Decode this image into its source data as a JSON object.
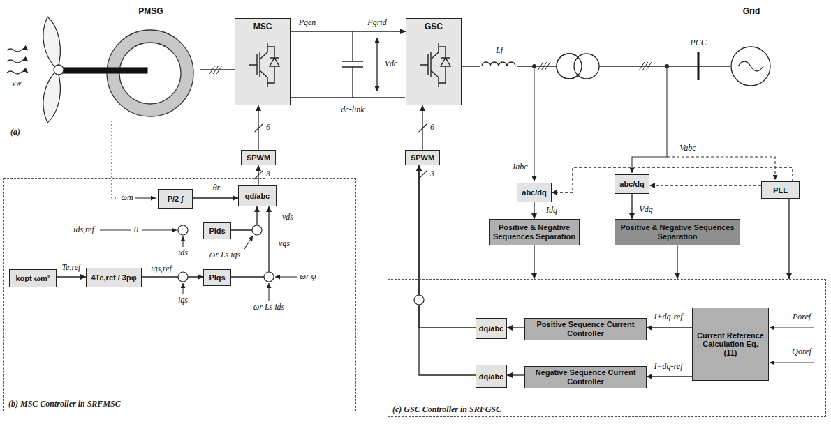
{
  "diagram": {
    "nodes": [
      {
        "text": [
          "(a)"
        ]
      },
      {
        "text": [
          "PMSG"
        ],
        "in": 0
      },
      {
        "text": [
          "MSC"
        ],
        "in": 0
      },
      {
        "text": [
          "GSC"
        ],
        "in": 0
      },
      {
        "text": [
          "Grid"
        ],
        "in": 0
      },
      {
        "text": [
          "SPWM"
        ]
      },
      {
        "text": [
          "SPWM"
        ]
      },
      {
        "text": [
          "abc/dq"
        ]
      },
      {
        "text": [
          "abc/dq"
        ]
      },
      {
        "text": [
          "PLL"
        ]
      },
      {
        "text": [
          "Positive & Negative Sequences Separation"
        ]
      },
      {
        "text": [
          "Positive & Negative Sequences Separation"
        ]
      },
      {
        "text": [
          "(b) MSC Controller in SRFMSC"
        ]
      },
      {
        "text": [
          "P/2 ∫"
        ],
        "in": 12
      },
      {
        "text": [
          "qd/abc"
        ],
        "in": 12
      },
      {
        "text": [
          "PIds"
        ],
        "in": 12
      },
      {
        "text": [
          "kopt ωm²"
        ],
        "in": 12
      },
      {
        "text": [
          "4Te,ref / 3pφ"
        ],
        "in": 12
      },
      {
        "text": [
          "PIqs"
        ],
        "in": 12
      },
      {
        "text": [
          "(c) GSC Controller in SRFGSC"
        ]
      },
      {
        "text": [
          "dq/abc"
        ],
        "in": 19
      },
      {
        "text": [
          "Positive Sequence Current Controller"
        ],
        "in": 19
      },
      {
        "text": [
          "dq/abc"
        ],
        "in": 19
      },
      {
        "text": [
          "Negative Sequence Current Controller"
        ],
        "in": 19
      },
      {
        "text": [
          "Current Reference Calculation Eq. (11)"
        ],
        "in": 19
      }
    ],
    "edges": [
      {
        "from": 1,
        "to": 2,
        "arrow": "none"
      },
      {
        "from": 2,
        "to": 3,
        "arrow": "to"
      },
      {
        "from": 3,
        "to": 4,
        "arrow": "none"
      },
      {
        "from": 5,
        "to": 2,
        "arrow": "to"
      },
      {
        "from": 14,
        "to": 5,
        "arrow": "to"
      },
      {
        "from": 6,
        "to": 3,
        "arrow": "to"
      },
      {
        "from": 20,
        "to": 6,
        "arrow": "to"
      },
      {
        "from": 22,
        "to": 6,
        "arrow": "to"
      },
      {
        "from": 7,
        "to": 10,
        "arrow": "to"
      },
      {
        "from": 8,
        "to": 11,
        "arrow": "to"
      },
      {
        "from": 9,
        "to": 8,
        "arrow": "to"
      },
      {
        "from": 9,
        "to": 7,
        "arrow": "to"
      },
      {
        "from": 10,
        "to": 19,
        "arrow": "to"
      },
      {
        "from": 11,
        "to": 19,
        "arrow": "to"
      },
      {
        "from": 9,
        "to": 19,
        "arrow": "to"
      },
      {
        "from": 24,
        "to": 21,
        "arrow": "to"
      },
      {
        "from": 24,
        "to": 23,
        "arrow": "to"
      },
      {
        "from": 21,
        "to": 20,
        "arrow": "to"
      },
      {
        "from": 23,
        "to": 22,
        "arrow": "to"
      },
      {
        "from": 13,
        "to": 14,
        "arrow": "to"
      },
      {
        "from": 15,
        "to": 14,
        "arrow": "to"
      },
      {
        "from": 16,
        "to": 17,
        "arrow": "to"
      },
      {
        "from": 17,
        "to": 18,
        "arrow": "to"
      },
      {
        "from": 18,
        "to": 14,
        "arrow": "to"
      }
    ],
    "labels": [
      "vw",
      "Pgen",
      "Pgrid",
      "Vdc",
      "dc-link",
      "Lf",
      "PCC",
      "6",
      "3",
      "6",
      "3",
      "Iabc",
      "Vabc",
      "Idq",
      "Vdq",
      "I+dq-ref",
      "I−dq-ref",
      "Poref",
      "Qoref",
      "ωm",
      "θr",
      "ids,ref",
      "0",
      "ids",
      "ωr Ls iqs",
      "vds",
      "Te,ref",
      "iqs,ref",
      "iqs",
      "ωr φ",
      "ωr Ls ids",
      "vqs"
    ]
  }
}
